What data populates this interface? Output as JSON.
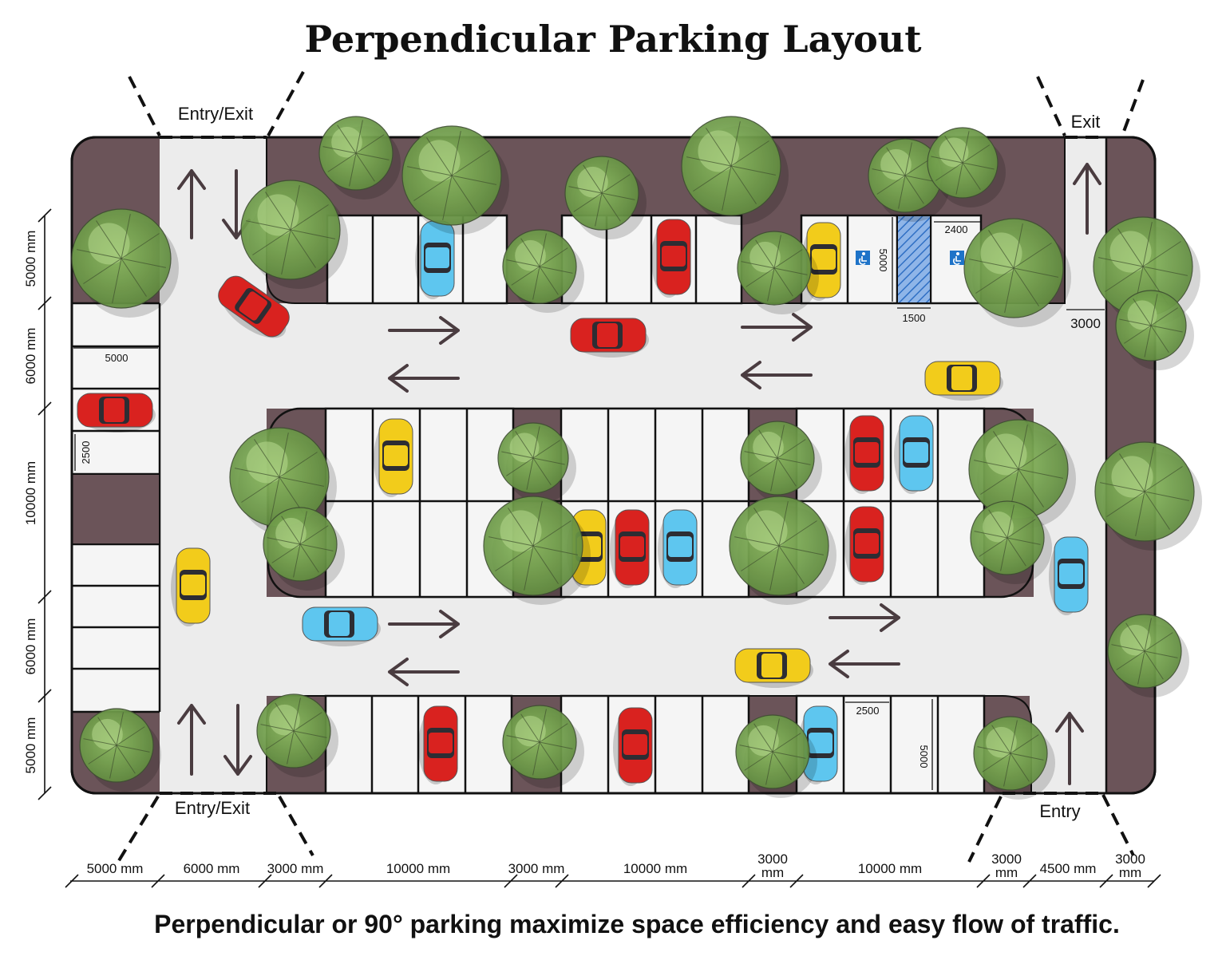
{
  "title": "Perpendicular Parking Layout",
  "caption": "Perpendicular or 90° parking maximize space efficiency and easy flow of traffic.",
  "gates": {
    "top_left": "Entry/Exit",
    "top_right": "Exit",
    "bottom_left": "Entry/Exit",
    "bottom_right": "Entry"
  },
  "left_dimensions": [
    "5000 mm",
    "6000 mm",
    "10000 mm",
    "6000 mm",
    "5000 mm"
  ],
  "bottom_dimensions": [
    "5000 mm",
    "6000 mm",
    "3000 mm",
    "10000 mm",
    "3000 mm",
    "10000 mm",
    "3000 mm",
    "10000 mm",
    "3000 mm",
    "4500 mm",
    "3000 mm"
  ],
  "inner_labels": {
    "left_stall_width": "5000",
    "left_stall_depth": "2500",
    "accessible_depth": "5000",
    "accessible_width": "2400",
    "hatch_width": "1500",
    "right_lane": "3000",
    "bottom_stall_width": "2500",
    "bottom_stall_depth": "5000"
  },
  "colors": {
    "planter": "#6b5459",
    "road": "#ececec",
    "stall": "#f5f5f5",
    "arrow": "#4a3c40",
    "tree_dark": "#6f9a4c",
    "tree_light": "#a9cf84",
    "accessible": "#1e73c8"
  },
  "icons": [
    "accessible-parking-icon",
    "tree-icon",
    "car-icon",
    "direction-arrow-icon"
  ]
}
